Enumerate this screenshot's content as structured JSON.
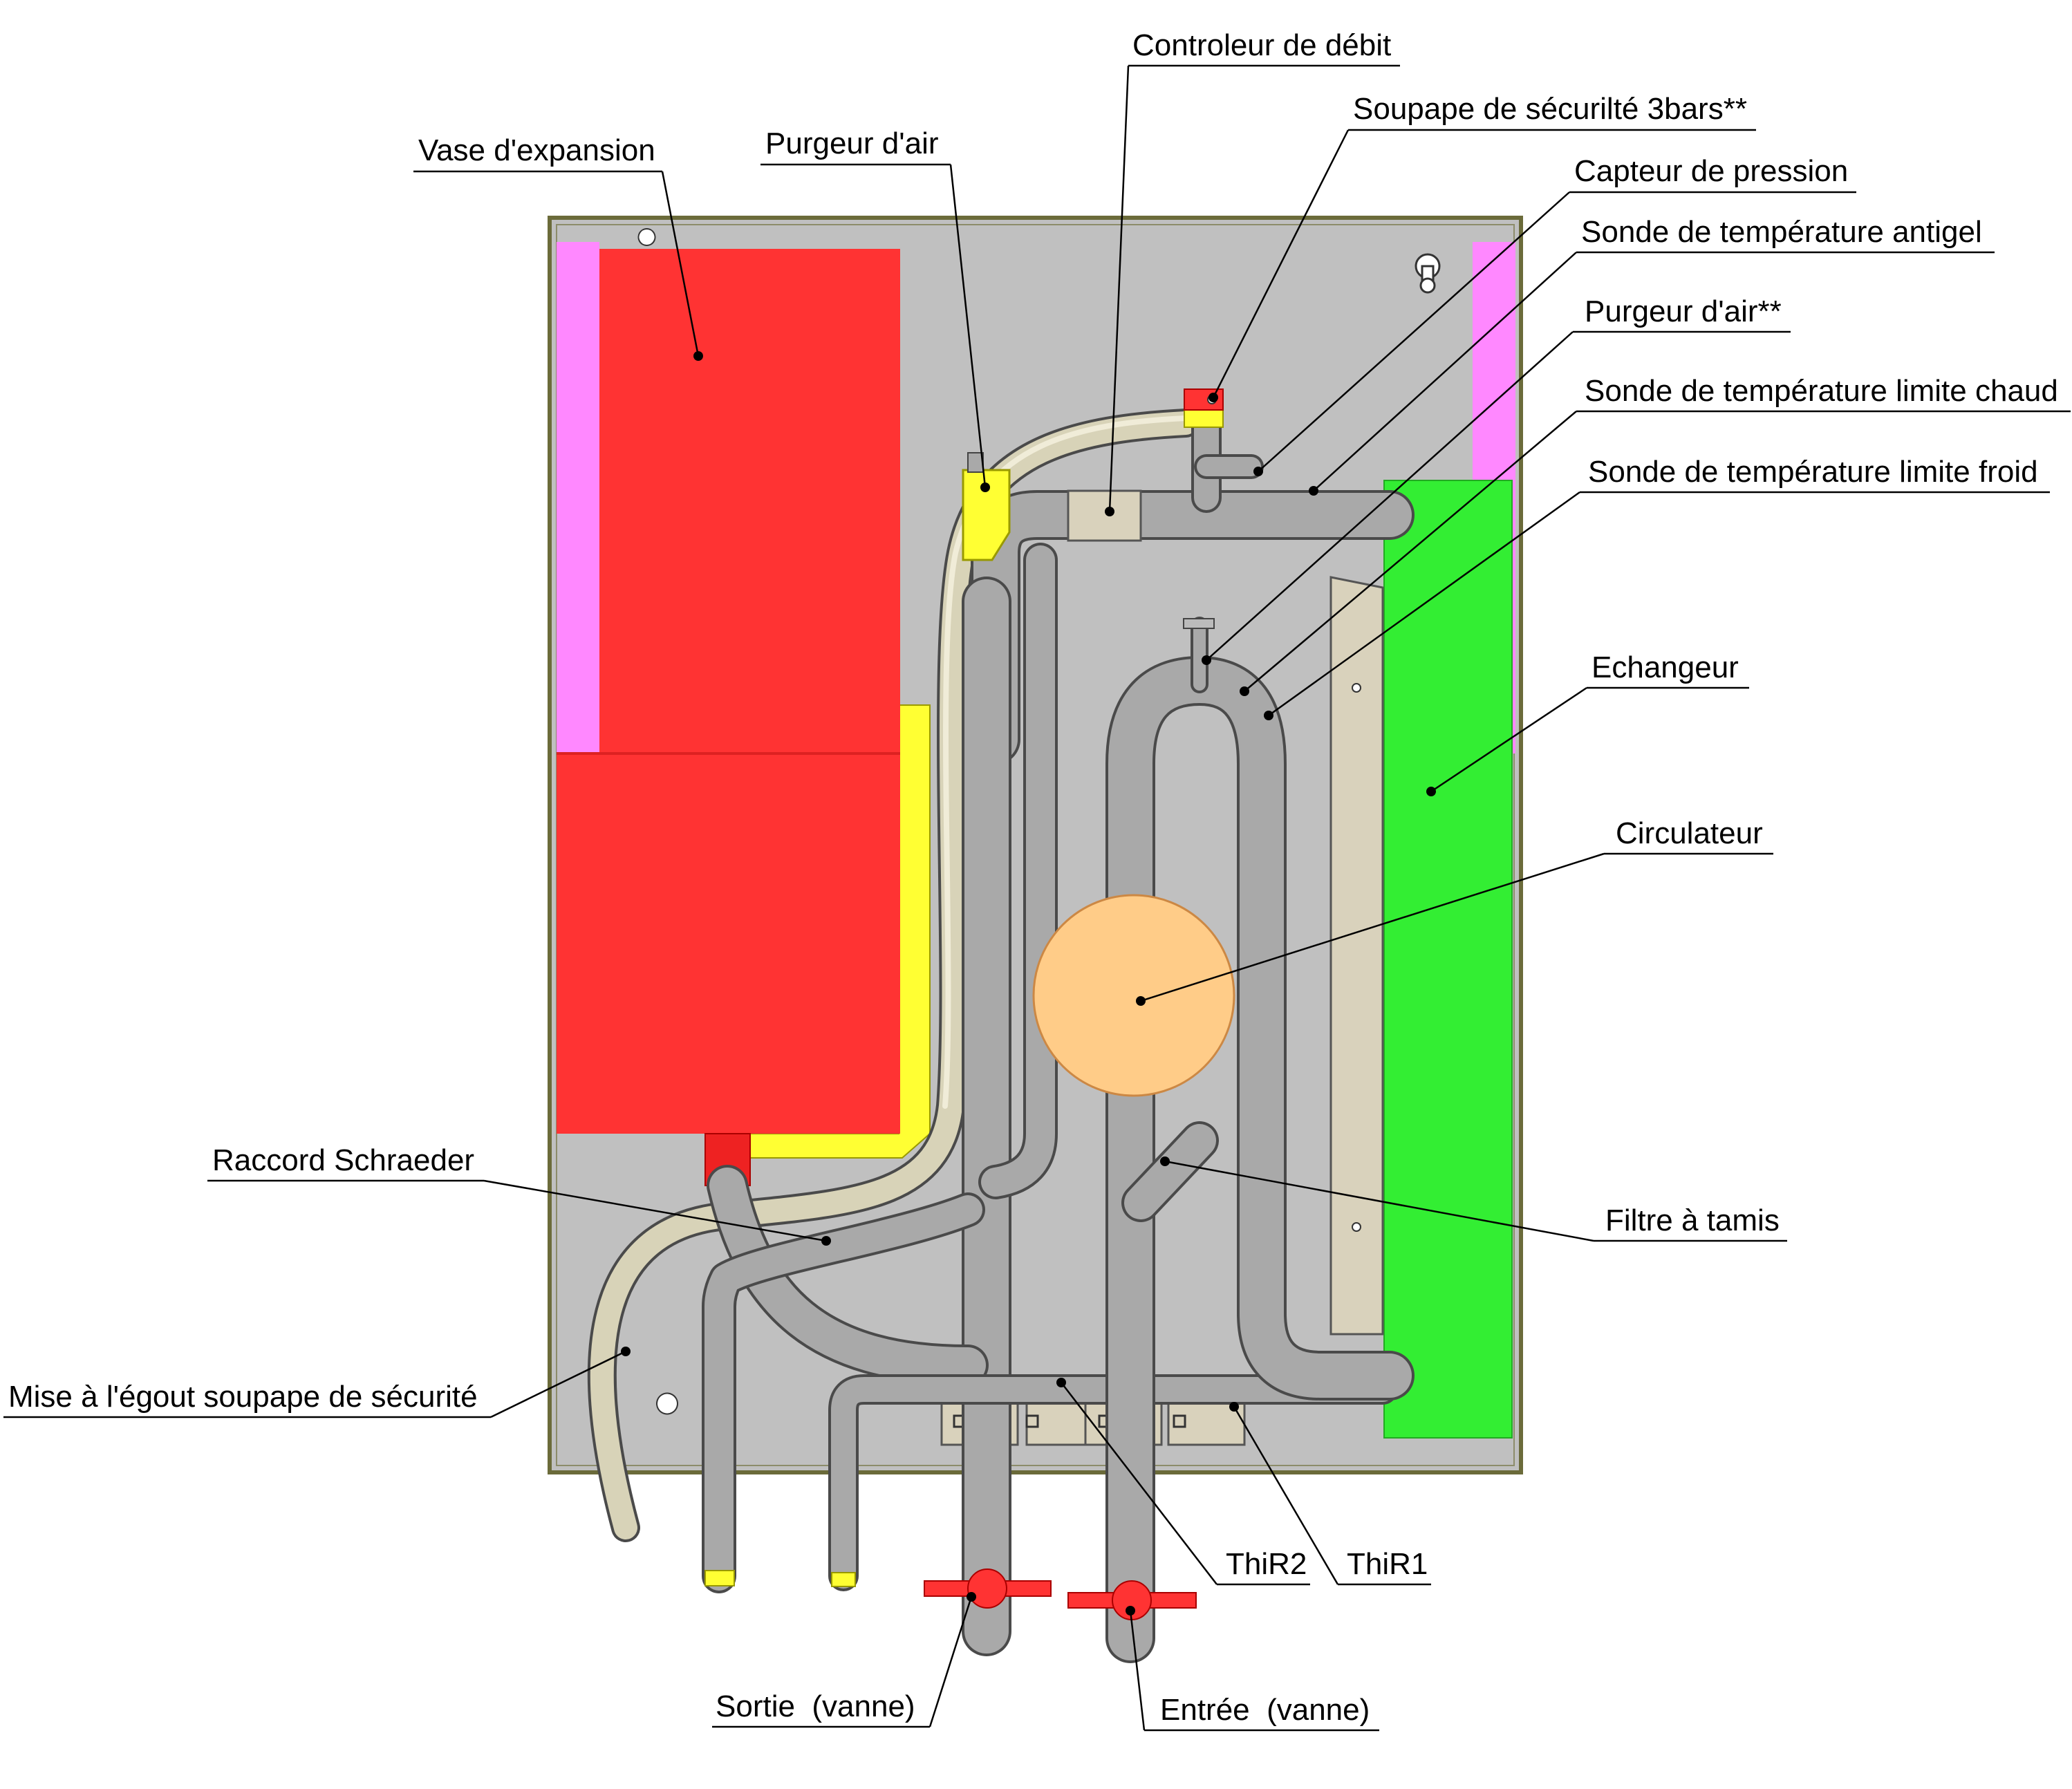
{
  "colors": {
    "panel": "#c0c0c0",
    "frame": "#6b6b3a",
    "pipe": "#a9a9a9",
    "hose": "#d8d3b8",
    "expansion_tank": "#ff3333",
    "insulation": "#ff88ff",
    "exchanger": "#33ee33",
    "circulator": "#ffcc88",
    "yellow_part": "#ffff33",
    "valve": "#ff3333",
    "bracket": "#d9d2bc"
  },
  "labels": {
    "vase_expansion": "Vase d'expansion",
    "purgeur_air": "Purgeur d'air",
    "controleur_debit": "Controleur de débit",
    "soupape_securite": "Soupape de sécurilté 3bars**",
    "capteur_pression": "Capteur de pression",
    "sonde_antigel": "Sonde de température antigel",
    "purgeur_air_2": "Purgeur d'air**",
    "sonde_limite_chaud": "Sonde de température limite chaud",
    "sonde_limite_froid": "Sonde de température limite froid",
    "echangeur": "Echangeur",
    "circulateur": "Circulateur",
    "raccord_schraeder": "Raccord Schraeder",
    "filtre_tamis": "Filtre à tamis",
    "mise_egout": "Mise à l'égout soupape de sécurité",
    "thir2": "ThiR2",
    "thir1": "ThiR1",
    "sortie_vanne": "Sortie  (vanne)",
    "entree_vanne": "Entrée  (vanne)"
  }
}
